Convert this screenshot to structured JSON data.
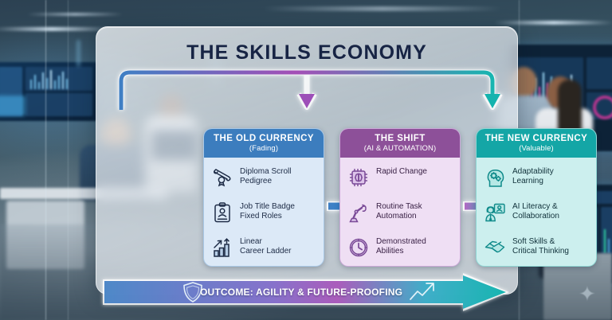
{
  "header": {
    "title": "THE SKILLS ECONOMY"
  },
  "colors": {
    "old_accent": "#3c7dbe",
    "shift_accent": "#8d5099",
    "new_accent": "#14a6a6",
    "title_text": "#172444",
    "card_background": "#e9eef2",
    "old_panel_bg": "#dce9f7",
    "shift_panel_bg": "#efdff4",
    "new_panel_bg": "#ccefee",
    "banner_gradient_start": "#3f7fc4",
    "banner_gradient_mid": "#a44fb6",
    "banner_gradient_end": "#17b5b0"
  },
  "panels": [
    {
      "id": "old-currency",
      "title": "THE OLD CURRENCY",
      "subtitle": "(Fading)",
      "items": [
        {
          "icon": "diploma-scroll-icon",
          "line1": "Diploma Scroll",
          "line2": "Pedigree"
        },
        {
          "icon": "id-badge-icon",
          "line1": "Job Title Badge",
          "line2": "Fixed Roles"
        },
        {
          "icon": "bar-chart-growth-icon",
          "line1": "Linear",
          "line2": "Career Ladder"
        }
      ]
    },
    {
      "id": "the-shift",
      "title": "THE SHIFT",
      "subtitle": "(AI & AUTOMATION)",
      "items": [
        {
          "icon": "ai-chip-brain-icon",
          "line1": "Rapid Change",
          "line2": ""
        },
        {
          "icon": "robot-arm-icon",
          "line1": "Routine Task",
          "line2": "Automation"
        },
        {
          "icon": "clock-icon",
          "line1": "Demonstrated",
          "line2": "Abilities"
        }
      ]
    },
    {
      "id": "new-currency",
      "title": "THE NEW CURRENCY",
      "subtitle": "(Valuable)",
      "items": [
        {
          "icon": "head-gears-icon",
          "line1": "Adaptability",
          "line2": "Learning"
        },
        {
          "icon": "person-screen-icon",
          "line1": "AI Literacy &",
          "line2": "Collaboration"
        },
        {
          "icon": "handshake-icon",
          "line1": "Soft Skills &",
          "line2": "Critical Thinking"
        }
      ]
    }
  ],
  "flow": {
    "arrow_1": "arrow-right-icon",
    "arrow_2": "arrow-right-icon",
    "top_connector": "branching-connector"
  },
  "outcome": {
    "label": "OUTCOME: AGILITY & FUTURE-PROOFING",
    "shield_icon": "shield-icon",
    "trend_icon": "trending-up-icon"
  }
}
